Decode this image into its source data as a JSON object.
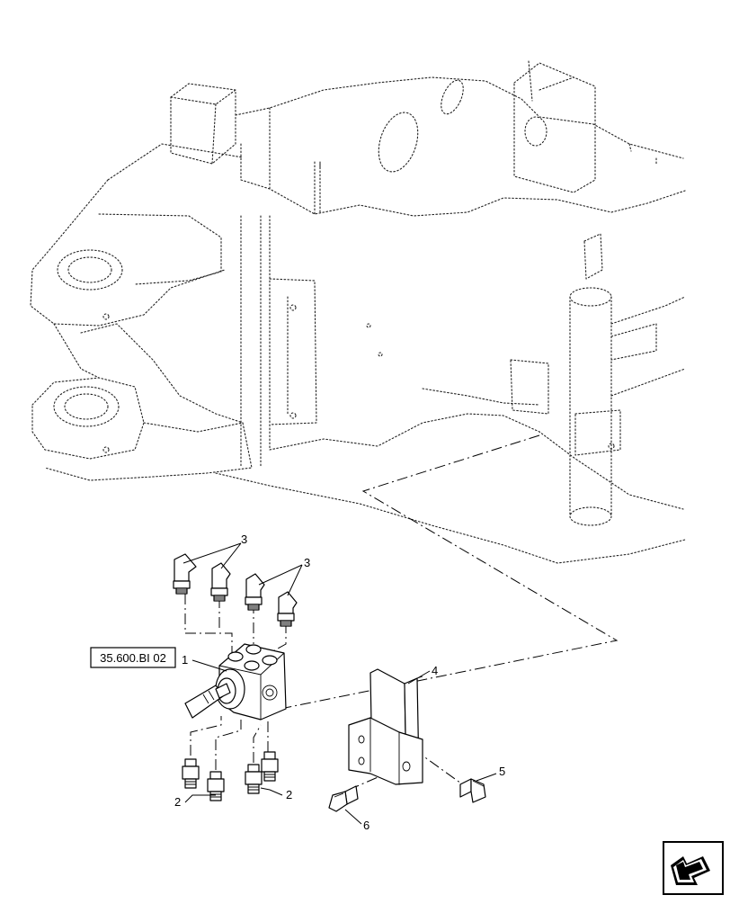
{
  "reference_label": "35.600.BI 02",
  "callouts": {
    "c1": "1",
    "c2a": "2",
    "c2b": "2",
    "c3a": "3",
    "c3b": "3",
    "c4": "4",
    "c5": "5",
    "c6": "6"
  },
  "nav_icon": "arrow-nav-icon"
}
